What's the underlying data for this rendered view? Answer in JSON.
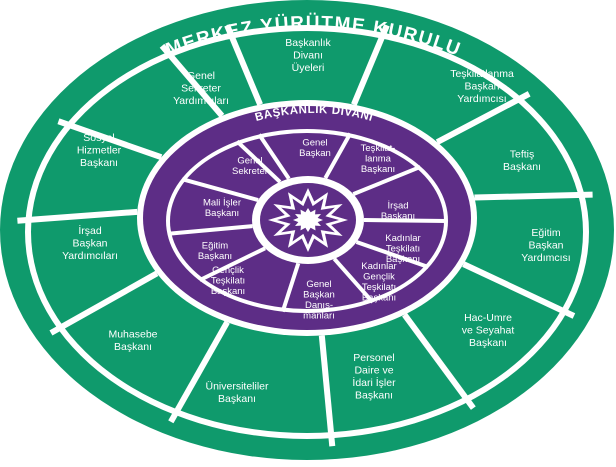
{
  "diagram": {
    "title": "MERKEZ YÜRÜTME KURULU",
    "inner_title": "BAŞKANLIK DİVANI",
    "colors": {
      "green": "#0f9a6c",
      "purple": "#5d2d86",
      "white": "#ffffff"
    },
    "outer_segments": [
      {
        "lines": [
          "Başkanlık",
          "Divanı",
          "Üyeleri"
        ]
      },
      {
        "lines": [
          "Teşkilatlanma",
          "Başkan",
          "Yardımcısı"
        ]
      },
      {
        "lines": [
          "Teftiş",
          "Başkanı"
        ]
      },
      {
        "lines": [
          "Eğitim",
          "Başkan",
          "Yardımcısı"
        ]
      },
      {
        "lines": [
          "Hac-Umre",
          "ve Seyahat",
          "Başkanı"
        ]
      },
      {
        "lines": [
          "Personel",
          "Daire ve",
          "İdari İşler",
          "Başkanı"
        ]
      },
      {
        "lines": [
          "Üniversiteliler",
          "Başkanı"
        ]
      },
      {
        "lines": [
          "Muhasebe",
          "Başkanı"
        ]
      },
      {
        "lines": [
          "İrşad",
          "Başkan",
          "Yardımcıları"
        ]
      },
      {
        "lines": [
          "Sosyal",
          "Hizmetler",
          "Başkanı"
        ]
      },
      {
        "lines": [
          "Genel",
          "Sekreter",
          "Yardımcıları"
        ]
      }
    ],
    "inner_segments": [
      {
        "lines": [
          "Genel",
          "Başkan"
        ]
      },
      {
        "lines": [
          "Teşkilat-",
          "lanma",
          "Başkanı"
        ]
      },
      {
        "lines": [
          "İrşad",
          "Başkanı"
        ]
      },
      {
        "lines": [
          "Kadınlar",
          "Teşkilatı",
          "Başkanı"
        ]
      },
      {
        "lines": [
          "Kadınlar",
          "Gençlik",
          "Teşkilatı",
          "Başkanı"
        ]
      },
      {
        "lines": [
          "Genel",
          "Başkan",
          "Danış-",
          "manları"
        ]
      },
      {
        "lines": [
          "Gençlik",
          "Teşkilatı",
          "Başkanı"
        ]
      },
      {
        "lines": [
          "Eğitim",
          "Başkanı"
        ]
      },
      {
        "lines": [
          "Mali İşler",
          "Başkanı"
        ]
      },
      {
        "lines": [
          "Genel",
          "Sekreter"
        ]
      }
    ],
    "center_emblem": "star-ornament"
  }
}
